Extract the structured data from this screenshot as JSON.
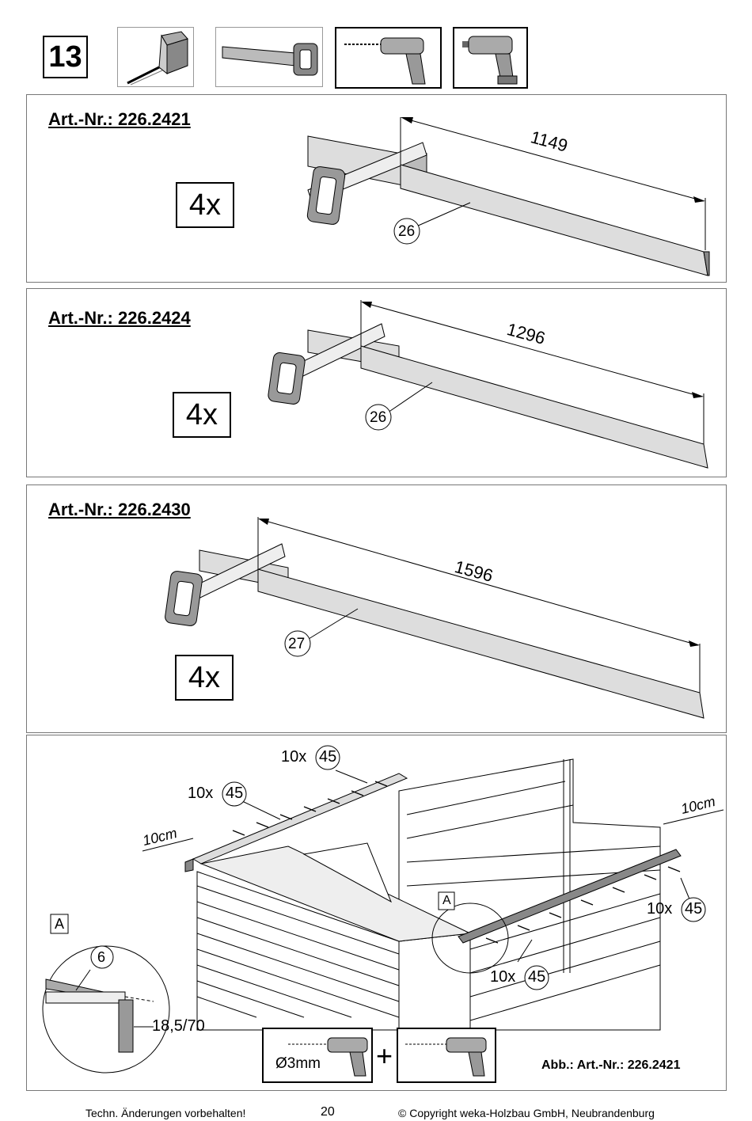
{
  "step": "13",
  "tools": [
    {
      "icon": "tape-measure-icon"
    },
    {
      "icon": "saw-icon"
    },
    {
      "icon": "drill-icon"
    },
    {
      "icon": "cordless-drill-icon"
    }
  ],
  "panels": [
    {
      "art_nr": "Art.-Nr.: 226.2421",
      "qty": "4x",
      "length": "1149",
      "part": "26"
    },
    {
      "art_nr": "Art.-Nr.: 226.2424",
      "qty": "4x",
      "length": "1296",
      "part": "26"
    },
    {
      "art_nr": "Art.-Nr.: 226.2430",
      "qty": "4x",
      "length": "1596",
      "part": "27"
    }
  ],
  "assembly": {
    "callouts": [
      "10x",
      "10x",
      "10x",
      "10x"
    ],
    "screw_part": "45",
    "distance_left": "10cm",
    "distance_right": "10cm",
    "detail_label": "A",
    "detail_part": "6",
    "detail_dim": "18,5/70",
    "drill_size": "Ø3mm",
    "plus": "+",
    "abb": "Abb.: Art.-Nr.: 226.2421"
  },
  "footer": {
    "left": "Techn. Änderungen vorbehalten!",
    "page": "20",
    "right": "© Copyright weka-Holzbau GmbH, Neubrandenburg"
  }
}
